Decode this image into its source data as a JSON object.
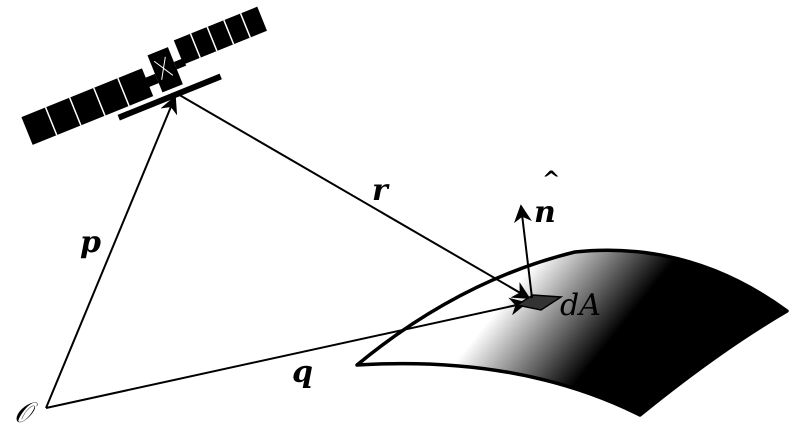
{
  "labels": {
    "origin": "𝒪",
    "p": "p",
    "q": "q",
    "r": "r",
    "n": "n",
    "n_hat": "^",
    "dA": "dA"
  },
  "colors": {
    "ink": "#000000",
    "surface_light": "#ffffff",
    "surface_dark": "#000000"
  }
}
